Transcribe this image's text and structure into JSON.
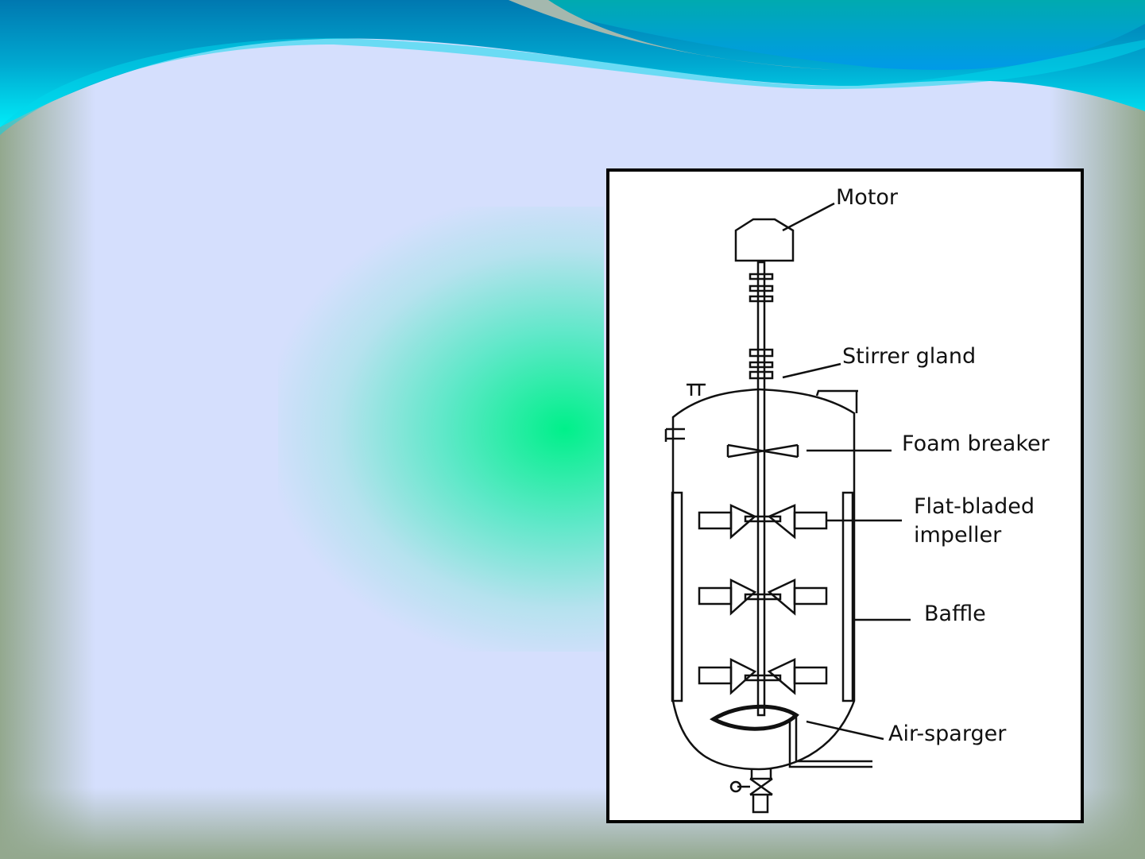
{
  "diagram": {
    "title": "Stirred tank fermenter",
    "labels": {
      "motor": "Motor",
      "stirrer_gland": "Stirrer gland",
      "foam_breaker": "Foam breaker",
      "impeller_line1": "Flat-bladed",
      "impeller_line2": "impeller",
      "baffle": "Baffle",
      "air_sparger": "Air-sparger"
    }
  },
  "colors": {
    "background": "#d5dffd",
    "header_dark": "#0078b0",
    "header_light": "#00e4f4",
    "accent_green": "#00f08a"
  }
}
